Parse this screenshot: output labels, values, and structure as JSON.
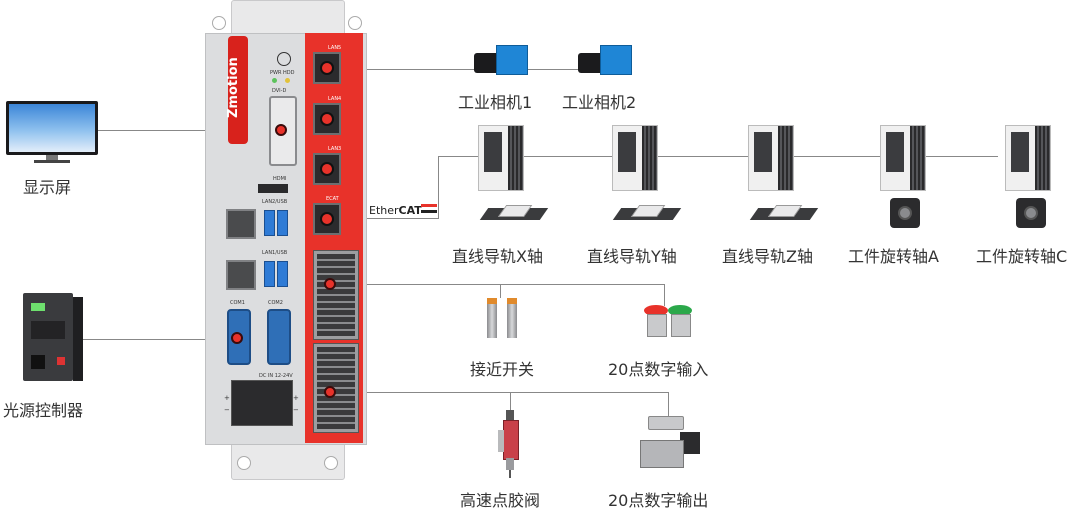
{
  "brand": "Zmotion",
  "controller": {
    "pwr": "PWR",
    "hdd": "HDD",
    "dvi": "DVI-D",
    "hdmi": "HDMI",
    "lan2usb": "LAN2/USB",
    "lan1usb": "LAN1/USB",
    "com1": "COM1",
    "com2": "COM2",
    "dc": "DC IN 12-24V",
    "lan5": "LAN5",
    "lan4": "LAN4",
    "lan3": "LAN3",
    "ecat": "ECAT",
    "plus": "+",
    "minus": "−"
  },
  "ethercat": {
    "ether": "Ether",
    "cat": "CAT"
  },
  "labels": {
    "display": "显示屏",
    "light": "光源控制器",
    "cam1": "工业相机1",
    "cam2": "工业相机2",
    "axisX": "直线导轨X轴",
    "axisY": "直线导轨Y轴",
    "axisZ": "直线导轨Z轴",
    "axisA": "工件旋转轴A",
    "axisC": "工件旋转轴C",
    "prox": "接近开关",
    "din": "20点数字输入",
    "valve": "高速点胶阀",
    "dout": "20点数字输出"
  },
  "colors": {
    "accent": "#e8322a",
    "usb": "#2f7bd6",
    "camera": "#1f86d6",
    "button_red": "#e8322a",
    "button_green": "#2ba84a"
  },
  "icons": [
    "monitor-icon",
    "light-controller-icon",
    "camera-icon",
    "servo-drive-icon",
    "linear-rail-icon",
    "servo-motor-icon",
    "proximity-switch-icon",
    "push-button-icon",
    "dispensing-valve-icon",
    "solenoid-valve-icon"
  ]
}
